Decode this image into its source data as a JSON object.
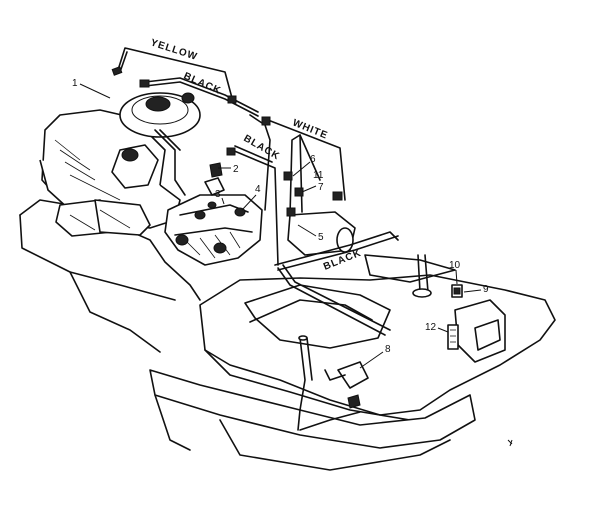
{
  "wire_labels": {
    "yellow": "YELLOW",
    "black_top": "BLACK",
    "white": "WHITE",
    "black_mid": "BLACK",
    "black_low": "BLACK"
  },
  "callouts": [
    "1",
    "2",
    "3",
    "4",
    "5",
    "6",
    "7",
    "8",
    "9",
    "10",
    "11",
    "12"
  ],
  "colors": {
    "ink": "#111111",
    "paper": "#ffffff"
  }
}
